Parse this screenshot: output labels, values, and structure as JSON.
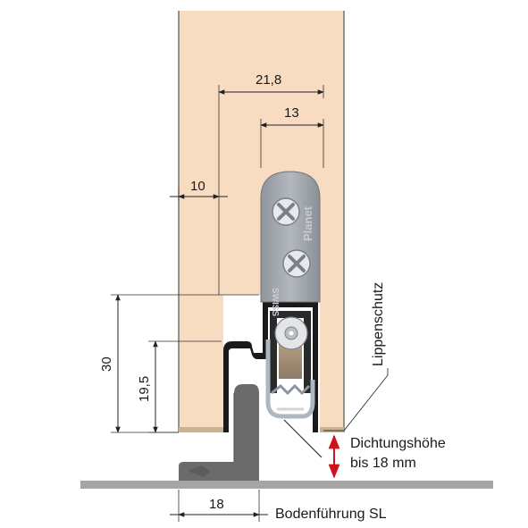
{
  "dimensions": {
    "overall_width": "21,8",
    "plate_width": "13",
    "offset": "10",
    "height_total": "30",
    "height_lower": "19,5",
    "guide_width": "18"
  },
  "labels": {
    "lip_protection": "Lippenschutz",
    "seal_height_line1": "Dichtungshöhe",
    "seal_height_line2": "bis 18 mm",
    "floor_guide": "Bodenführung SL"
  },
  "plate": {
    "brand_swiss": "SWISS",
    "brand_planet": "Planet"
  },
  "colors": {
    "door": "#f7dcc1",
    "door_edge": "#555555",
    "door_bottom_strip": "#c9b28f",
    "profile": "#1a1a1a",
    "plate": "#9ea4ab",
    "floor": "#a5a5a5",
    "guide": "#6b6b6b",
    "accent_arrow": "#d0101b"
  }
}
